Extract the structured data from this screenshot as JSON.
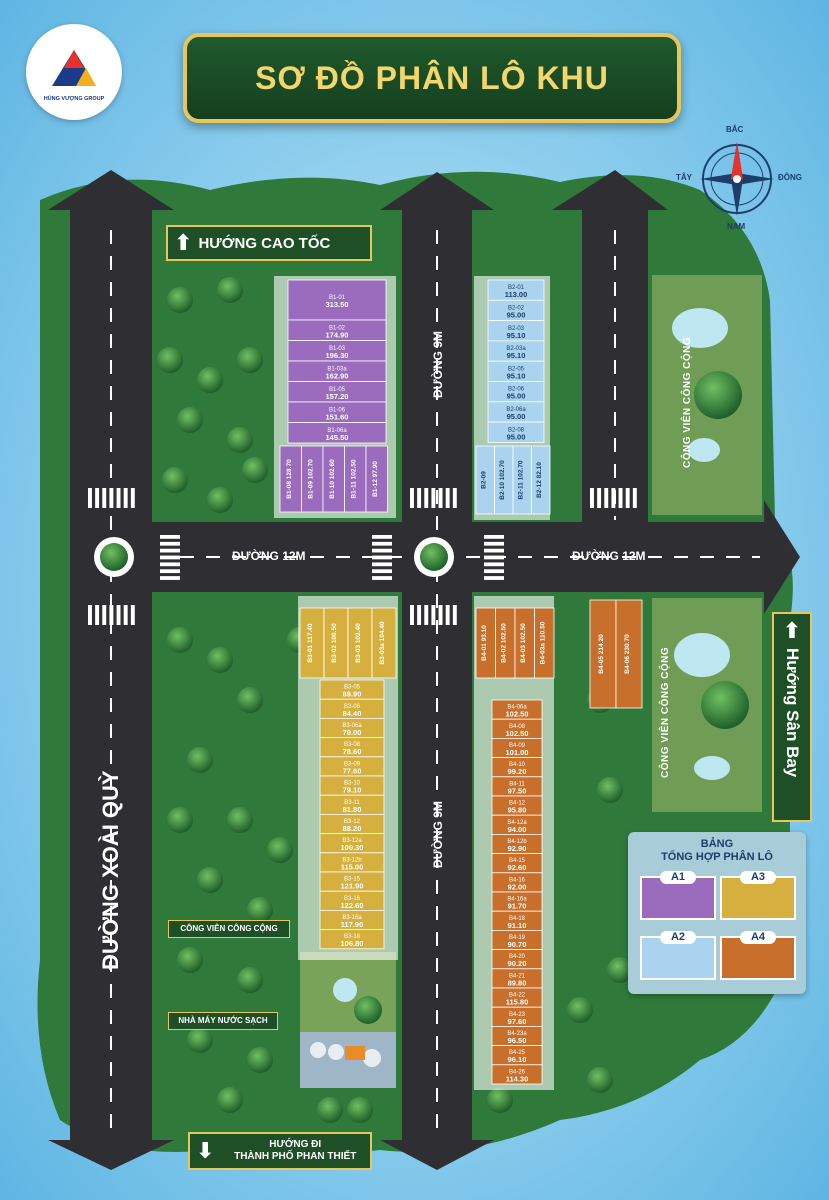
{
  "title": "SƠ ĐỒ PHÂN LÔ KHU",
  "logo": {
    "text": "HÙNG VƯỢNG GROUP",
    "icon": "triangle-logo-icon"
  },
  "compass": {
    "north": "BẮC",
    "south": "NAM",
    "east": "ĐÔNG",
    "west": "TÂY"
  },
  "signs": {
    "cao_toc": "HƯỚNG CAO TỐC",
    "san_bay": "Hướng Sân Bay",
    "phan_thiet_1": "HƯỚNG ĐI",
    "phan_thiet_2": "THÀNH PHỐ PHAN THIẾT"
  },
  "roads": {
    "xoai_quy": "ĐƯỜNG XOÀI QUỲ",
    "road12_left": "ĐƯỜNG 12M",
    "road12_right": "ĐƯỜNG 12M",
    "road9_top": "ĐƯỜNG 9M",
    "road9_bottom": "ĐƯỜNG 9M"
  },
  "parks": {
    "cong_vien_1": "CÔNG VIÊN CÔNG CỘNG",
    "cong_vien_2": "CÔNG VIÊN CÔNG CỘNG",
    "cong_vien_3": "CÔNG VIÊN CÔNG CỘNG",
    "nha_may": "NHÀ MÁY NƯỚC SẠCH"
  },
  "legend": {
    "heading_1": "BẢNG",
    "heading_2": "TỔNG HỢP PHÂN LÔ",
    "items": [
      {
        "label": "A1",
        "color": "#9b6bbd"
      },
      {
        "label": "A3",
        "color": "#d6b03f"
      },
      {
        "label": "A2",
        "color": "#a9d3ee"
      },
      {
        "label": "A4",
        "color": "#c8702b"
      }
    ]
  },
  "blocks": {
    "b1_rows": [
      {
        "id": "B1-01",
        "area": "313.50"
      },
      {
        "id": "B1-02",
        "area": "174.90"
      },
      {
        "id": "B1-03",
        "area": "196.30"
      },
      {
        "id": "B1-03a",
        "area": "162.90"
      },
      {
        "id": "B1-05",
        "area": "157.20"
      },
      {
        "id": "B1-06",
        "area": "151.60"
      },
      {
        "id": "B1-06a",
        "area": "145.50"
      }
    ],
    "b1_cols": [
      {
        "id": "B1-08",
        "area": "128.70"
      },
      {
        "id": "B1-09",
        "area": "102.70"
      },
      {
        "id": "B1-10",
        "area": "102.60"
      },
      {
        "id": "B1-11",
        "area": "102.50"
      },
      {
        "id": "B1-12",
        "area": "97.90"
      }
    ],
    "b2_rows": [
      {
        "id": "B2-01",
        "area": "113.00"
      },
      {
        "id": "B2-02",
        "area": "95.00"
      },
      {
        "id": "B2-03",
        "area": "95.10"
      },
      {
        "id": "B2-03a",
        "area": "95.10"
      },
      {
        "id": "B2-05",
        "area": "95.10"
      },
      {
        "id": "B2-06",
        "area": "95.00"
      },
      {
        "id": "B2-06a",
        "area": "95.00"
      },
      {
        "id": "B2-08",
        "area": "95.00"
      }
    ],
    "b2_cols": [
      {
        "id": "B2-09",
        "area": ""
      },
      {
        "id": "B2-10",
        "area": "102.70"
      },
      {
        "id": "B2-11",
        "area": "102.70"
      },
      {
        "id": "B2-12",
        "area": "82.10"
      }
    ],
    "b3_cols": [
      {
        "id": "B3-01",
        "area": "117.40"
      },
      {
        "id": "B3-02",
        "area": "100.50"
      },
      {
        "id": "B3-03",
        "area": "102.40"
      },
      {
        "id": "B3-03a",
        "area": "104.40"
      }
    ],
    "b3_rows": [
      {
        "id": "B3-05",
        "area": "89.90"
      },
      {
        "id": "B3-06",
        "area": "84.40"
      },
      {
        "id": "B3-06a",
        "area": "79.00"
      },
      {
        "id": "B3-08",
        "area": "78.60"
      },
      {
        "id": "B3-09",
        "area": "77.60"
      },
      {
        "id": "B3-10",
        "area": "79.10"
      },
      {
        "id": "B3-11",
        "area": "81.80"
      },
      {
        "id": "B3-12",
        "area": "88.20"
      },
      {
        "id": "B3-12a",
        "area": "100.30"
      },
      {
        "id": "B3-12b",
        "area": "115.00"
      },
      {
        "id": "B3-15",
        "area": "121.90"
      },
      {
        "id": "B3-16",
        "area": "122.60"
      },
      {
        "id": "B3-16a",
        "area": "117.90"
      },
      {
        "id": "B3-18",
        "area": "106.80"
      }
    ],
    "b4_cols": [
      {
        "id": "B4-01",
        "area": "93.10"
      },
      {
        "id": "B4-02",
        "area": "102.50"
      },
      {
        "id": "B4-03",
        "area": "102.50"
      },
      {
        "id": "B4-03a",
        "area": "110.50"
      }
    ],
    "b4_rows": [
      {
        "id": "B4-06a",
        "area": "102.50"
      },
      {
        "id": "B4-08",
        "area": "102.50"
      },
      {
        "id": "B4-09",
        "area": "101.00"
      },
      {
        "id": "B4-10",
        "area": "99.20"
      },
      {
        "id": "B4-11",
        "area": "97.50"
      },
      {
        "id": "B4-12",
        "area": "95.80"
      },
      {
        "id": "B4-12a",
        "area": "94.00"
      },
      {
        "id": "B4-12b",
        "area": "92.90"
      },
      {
        "id": "B4-15",
        "area": "92.60"
      },
      {
        "id": "B4-16",
        "area": "92.00"
      },
      {
        "id": "B4-16a",
        "area": "91.70"
      },
      {
        "id": "B4-18",
        "area": "91.10"
      },
      {
        "id": "B4-19",
        "area": "90.70"
      },
      {
        "id": "B4-20",
        "area": "90.20"
      },
      {
        "id": "B4-21",
        "area": "89.80"
      },
      {
        "id": "B4-22",
        "area": "115.80"
      },
      {
        "id": "B4-23",
        "area": "97.60"
      },
      {
        "id": "B4-23a",
        "area": "96.50"
      },
      {
        "id": "B4-25",
        "area": "96.10"
      },
      {
        "id": "B4-26",
        "area": "114.30"
      }
    ],
    "b4_extra": [
      {
        "id": "B4-05",
        "area": "214.20"
      },
      {
        "id": "B4-06",
        "area": "230.70"
      }
    ]
  },
  "colors": {
    "road": "#2f2f33",
    "grass": "#2f7a3a",
    "a1": "#9b6bbd",
    "a2": "#a9d3ee",
    "a3": "#d6b03f",
    "a4": "#c8702b",
    "sign_bg": "#1f4f27",
    "title_gold": "#f4d66c"
  }
}
